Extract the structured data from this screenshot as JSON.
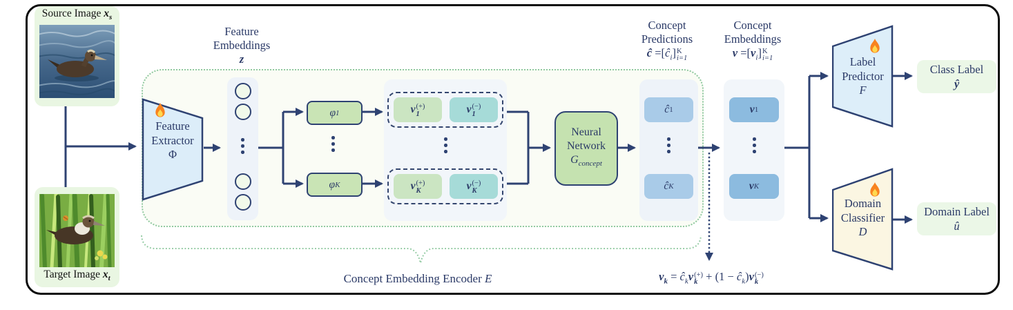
{
  "cards": {
    "source": {
      "label": "Source Image",
      "symbol": "x",
      "symbol_sub": "s"
    },
    "target": {
      "label": "Target Image",
      "symbol": "x",
      "symbol_sub": "t"
    }
  },
  "headers": {
    "feature_embeddings": {
      "line1": "Feature",
      "line2": "Embeddings",
      "symbol": "z"
    },
    "concept_predictions": {
      "line1": "Concept",
      "line2": "Predictions",
      "f_var": "ĉ",
      "f_eq": "=",
      "f_open": "[",
      "f_elem": "ĉ",
      "f_elem_sub": "i",
      "f_close": "]",
      "f_bound_sup": "K",
      "f_bound_sub": "i=1"
    },
    "concept_embeddings": {
      "line1": "Concept",
      "line2": "Embeddings",
      "f_var": "v",
      "f_eq": "=",
      "f_open": "[",
      "f_elem": "v",
      "f_elem_sub": "i",
      "f_close": "]",
      "f_bound_sup": "K",
      "f_bound_sub": "i=1"
    }
  },
  "encoder": {
    "region_label": {
      "text": "Concept Embedding Encoder",
      "symbol": "E"
    },
    "feature_extractor": {
      "line1": "Feature",
      "line2": "Extractor",
      "symbol": "Φ"
    },
    "phi_rows": [
      {
        "base": "φ",
        "sub": "1"
      },
      {
        "base": "φ",
        "sub": "K"
      }
    ],
    "pair_rows": [
      {
        "pos_base": "v",
        "pos_sub": "1",
        "pos_sup": "(+)",
        "neg_base": "v",
        "neg_sub": "1",
        "neg_sup": "(−)"
      },
      {
        "pos_base": "v",
        "pos_sub": "K",
        "pos_sup": "(+)",
        "neg_base": "v",
        "neg_sub": "K",
        "neg_sup": "(−)"
      }
    ],
    "neural_network": {
      "line1": "Neural",
      "line2": "Network",
      "symbol_base": "G",
      "symbol_sub": "concept"
    },
    "prediction_rows": [
      {
        "base": "ĉ",
        "sub": "1"
      },
      {
        "base": "ĉ",
        "sub": "K"
      }
    ],
    "ellipsis": "⋮"
  },
  "embedding_rows": [
    {
      "base": "v",
      "sub": "1"
    },
    {
      "base": "v",
      "sub": "K"
    }
  ],
  "outputs": {
    "label_predictor": {
      "line1": "Label",
      "line2": "Predictor",
      "symbol": "F"
    },
    "class_label": {
      "label": "Class Label",
      "symbol": "ŷ"
    },
    "domain_classifier": {
      "line1": "Domain",
      "line2": "Classifier",
      "symbol": "D"
    },
    "domain_label": {
      "label": "Domain Label",
      "symbol": "û"
    }
  },
  "formula": {
    "lhs": "v",
    "lhs_sub": "k",
    "eq": "=",
    "coef1": "ĉ",
    "coef1_sub": "k",
    "vec1": "v",
    "vec1_sub": "k",
    "vec1_sup": "(+)",
    "mid": "+ (1 −",
    "coef2": "ĉ",
    "coef2_sub": "k",
    "close": ")",
    "vec2": "v",
    "vec2_sub": "k",
    "vec2_sup": "(−)"
  },
  "colors": {
    "navy_text": "#2b3a67",
    "arrow": "#2e4272",
    "green_chip": "#c9e4b5",
    "soft_green_chip": "#cbe5c2",
    "teal_chip": "#a6dbd8",
    "blue_chip": "#8cbbdf",
    "light_blue_chip": "#a9cbe8",
    "panel_bg": "#eef3f9",
    "encoder_bg": "#fafcf5",
    "encoder_dots": "#90c9a0",
    "card_bg": "#e9f6e2",
    "blue_trapezoid": "#dcedf9",
    "cream_trapezoid": "#fbf6e2",
    "frame": "#000000"
  }
}
